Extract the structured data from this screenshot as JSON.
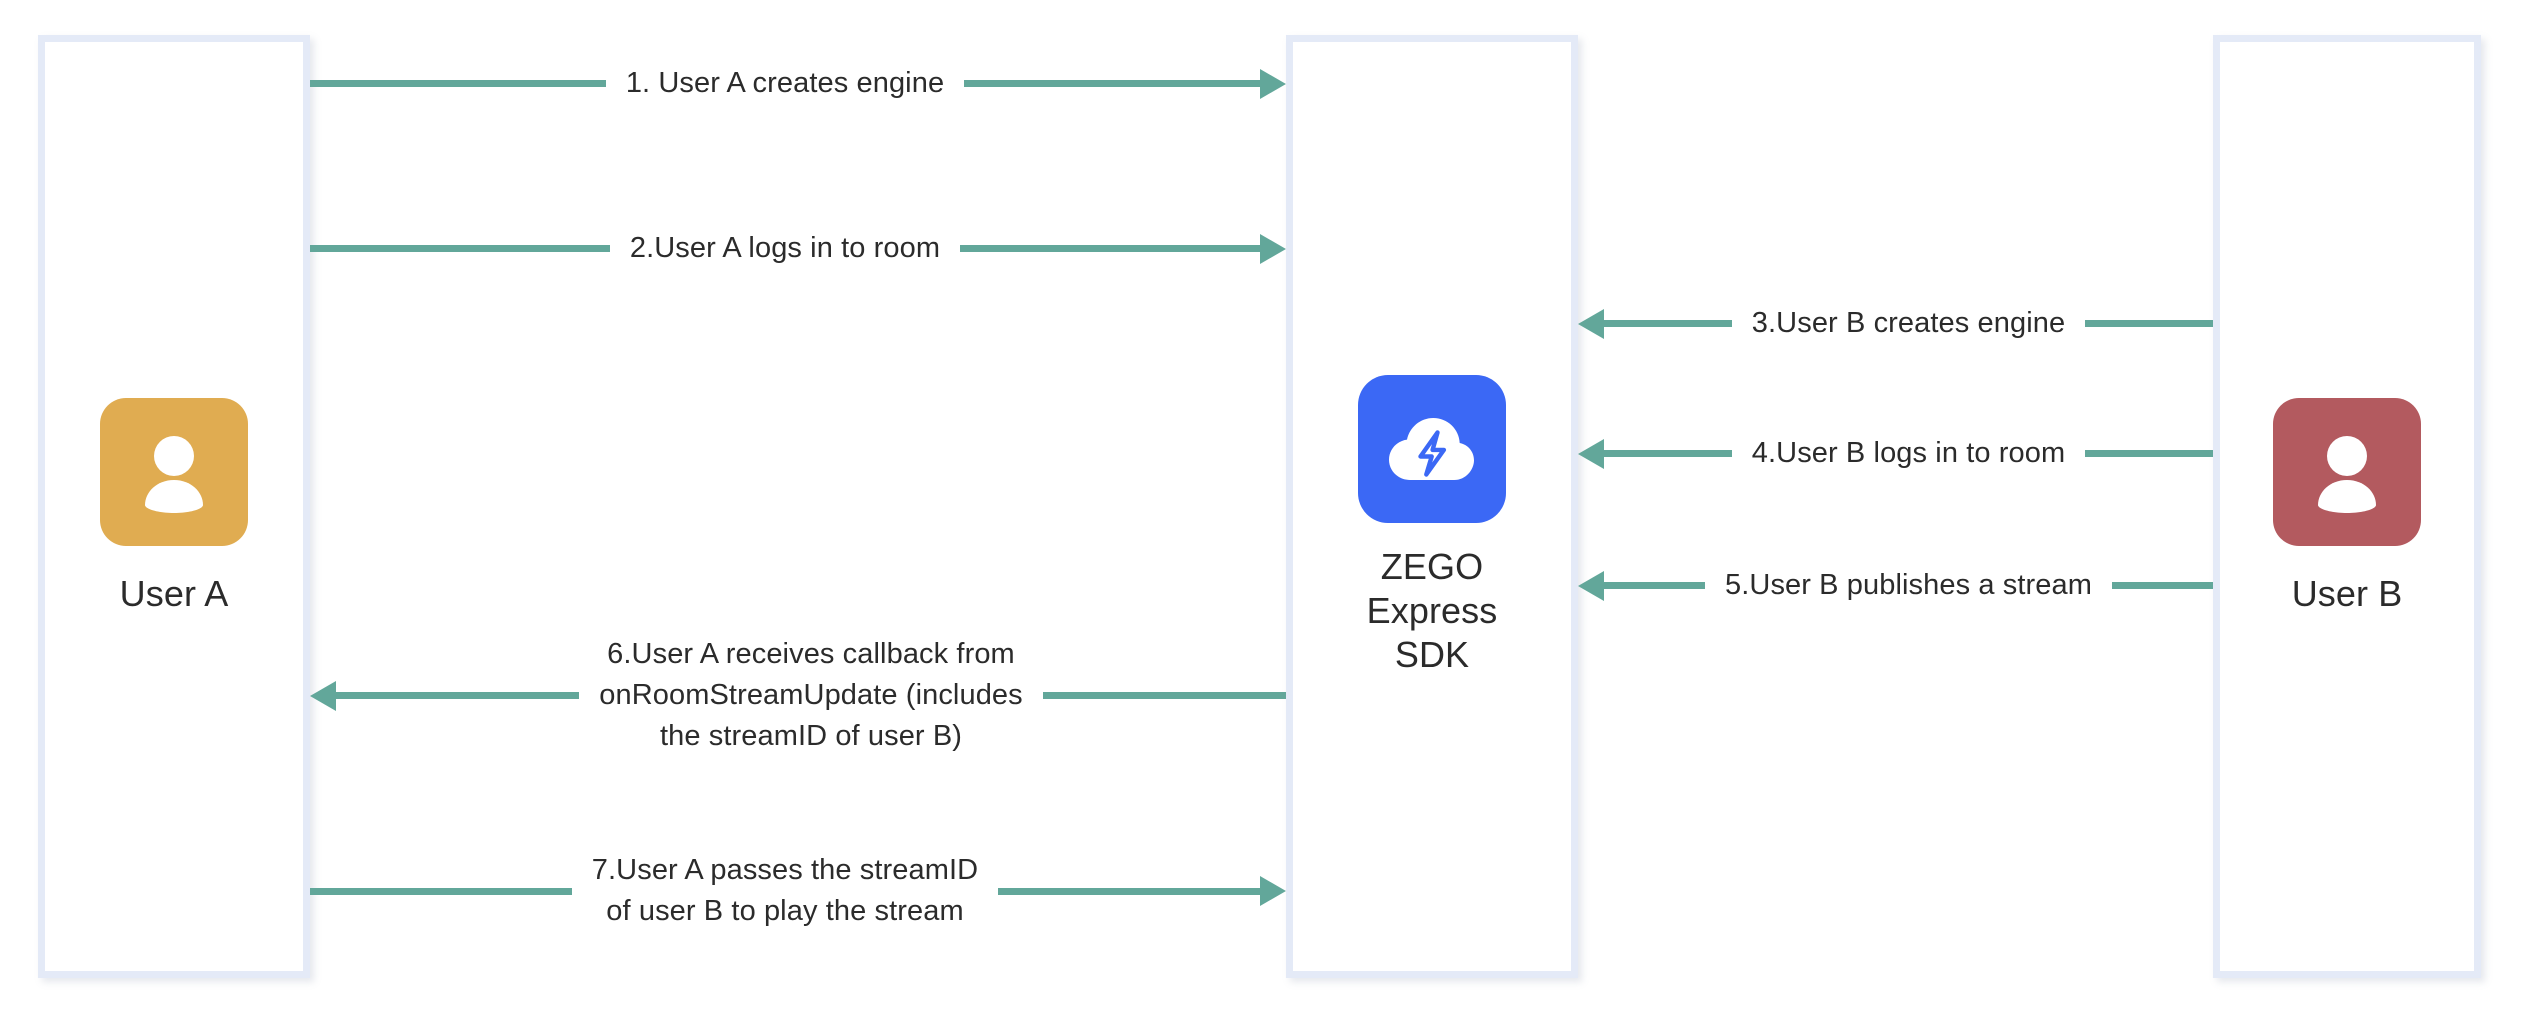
{
  "diagram": {
    "title": "ZEGO Express SDK stream publish/play sequence",
    "accent_line_color": "#62a79a",
    "lane_border_color": "#e4eaf7",
    "background": "#ffffff",
    "text_color": "#2b2b2b"
  },
  "nodes": {
    "user_a": {
      "label": "User A",
      "avatar_color": "#e0ac51",
      "icon": "person-icon"
    },
    "sdk": {
      "label": "ZEGO\nExpress\nSDK",
      "avatar_color": "#3b68f5",
      "icon": "cloud-bolt-icon"
    },
    "user_b": {
      "label": "User B",
      "avatar_color": "#b35a5f",
      "icon": "person-icon"
    }
  },
  "messages": [
    {
      "id": 1,
      "text": "1. User A creates engine",
      "from": "user_a",
      "to": "sdk",
      "direction": "right"
    },
    {
      "id": 2,
      "text": "2.User A logs in to room",
      "from": "user_a",
      "to": "sdk",
      "direction": "right"
    },
    {
      "id": 3,
      "text": "3.User B creates engine",
      "from": "user_b",
      "to": "sdk",
      "direction": "left"
    },
    {
      "id": 4,
      "text": "4.User B logs in to room",
      "from": "user_b",
      "to": "sdk",
      "direction": "left"
    },
    {
      "id": 5,
      "text": "5.User B publishes a stream",
      "from": "user_b",
      "to": "sdk",
      "direction": "left"
    },
    {
      "id": 6,
      "text": "6.User A receives callback from\nonRoomStreamUpdate (includes\nthe streamID of user B)",
      "from": "sdk",
      "to": "user_a",
      "direction": "left"
    },
    {
      "id": 7,
      "text": "7.User A passes the streamID\nof user B to play the stream",
      "from": "user_a",
      "to": "sdk",
      "direction": "right"
    }
  ]
}
